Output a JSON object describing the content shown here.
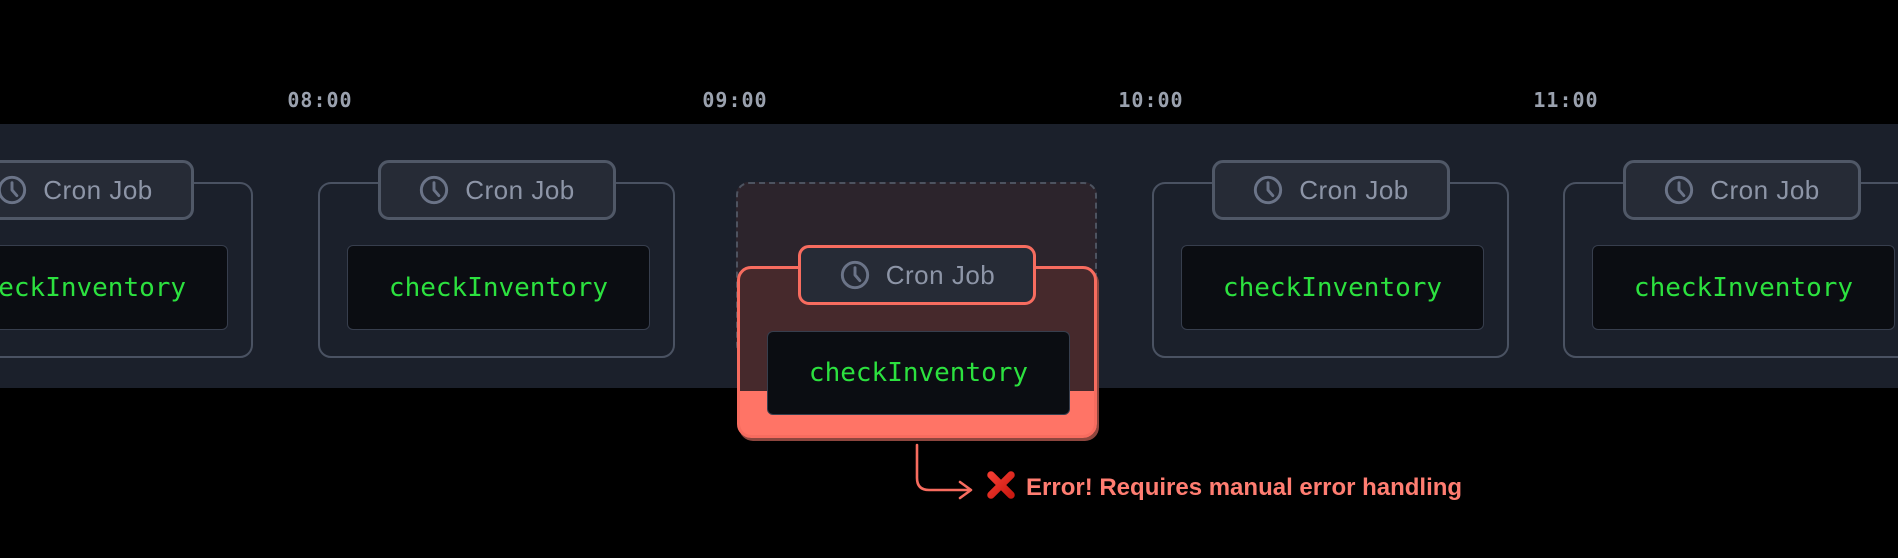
{
  "diagram": {
    "description": "Cron job timeline with a failed run requiring manual error handling",
    "timeline": {
      "timestamps": [
        {
          "label": "08:00"
        },
        {
          "label": "09:00"
        },
        {
          "label": "10:00"
        },
        {
          "label": "11:00"
        }
      ]
    },
    "cards": [
      {
        "badge_label": "Cron Job",
        "task": "checkInventory",
        "state": "normal"
      },
      {
        "badge_label": "Cron Job",
        "task": "checkInventory",
        "state": "normal"
      },
      {
        "badge_label": "Cron Job",
        "task": "checkInventory",
        "state": "error"
      },
      {
        "badge_label": "Cron Job",
        "task": "checkInventory",
        "state": "normal"
      },
      {
        "badge_label": "Cron Job",
        "task": "checkInventory",
        "state": "normal"
      }
    ],
    "error_callout": {
      "icon": "x-mark",
      "text": "Error! Requires manual error handling"
    },
    "icons": {
      "badge_icon": "clock-icon",
      "callout_pointer": "elbow-arrow"
    },
    "colors": {
      "page_bg": "#000000",
      "band_bg": "#1b202b",
      "card_border": "#4a5262",
      "badge_bg": "#262b36",
      "badge_border": "#505867",
      "badge_text": "#8d95a7",
      "code_bg": "#0b0d12",
      "code_text_green": "#2ce13f",
      "timestamp_text": "#9aa1ae",
      "error_accent": "#f76c5f",
      "error_fill_bright": "#ff7466",
      "error_fill_dim": "#46292c",
      "error_text": "#ff7d71",
      "x_mark_red": "#e32b22",
      "ghost_border": "#4d5360"
    }
  }
}
